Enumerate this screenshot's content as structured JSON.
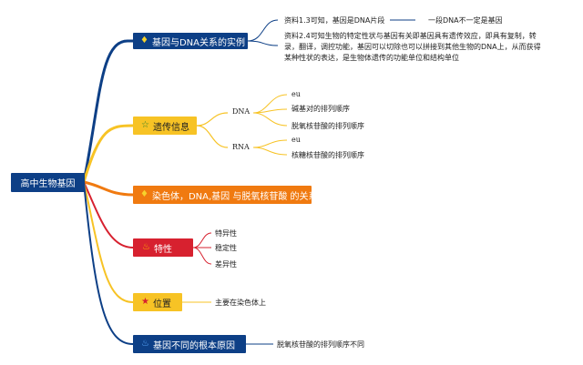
{
  "root": {
    "label": "高中生物基因"
  },
  "branches": [
    {
      "label": "基因与DNA关系的实例",
      "icon": "diamond-icon",
      "color": "#0d3f86",
      "notes": [
        "资料1.3可知，基因是DNA片段",
        "一段DNA不一定是基因",
        "资料2.4可知生物的特定性状与基因有关即基因具有遗传效应，即具有复制，转录，翻译，调控功能，基因可以切除也可以拼接到其他生物的DNA上，从而获得某种性状的表达，是生物体遗传的功能单位和结构单位"
      ]
    },
    {
      "label": "遗传信息",
      "icon": "star-icon",
      "color": "#f7c325",
      "sub": [
        {
          "label": "DNA",
          "items": [
            "eu",
            "碱基对的排列顺序",
            "脱氧核苷酸的排列顺序"
          ]
        },
        {
          "label": "RNA",
          "items": [
            "eu",
            "核糖核苷酸的排列顺序"
          ]
        }
      ]
    },
    {
      "label": "染色体，DNA,基因 与脱氧核苷酸 的关系",
      "icon": "diamond-icon",
      "color": "#f07a10"
    },
    {
      "label": "特性",
      "icon": "fire-icon",
      "color": "#d7212f",
      "items": [
        "特异性",
        "稳定性",
        "差异性"
      ]
    },
    {
      "label": "位置",
      "icon": "star-icon",
      "color": "#f7c325",
      "items": [
        "主要在染色体上"
      ]
    },
    {
      "label": "基因不同的根本原因",
      "icon": "fire-icon",
      "color": "#0d3f86",
      "items": [
        "脱氧核苷酸的排列顺序不同"
      ]
    }
  ]
}
